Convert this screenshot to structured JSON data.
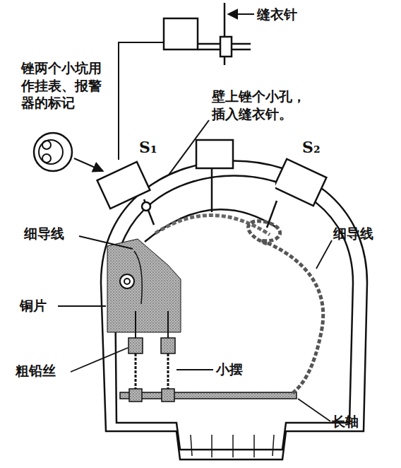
{
  "diagram": {
    "nodes": [
      {
        "text": [
          "S₁"
        ]
      },
      {
        "text": [
          "S₂"
        ]
      }
    ],
    "labels": [
      "缝衣针",
      "锉两个小坑用作挂表、报警器的标记",
      "壁上锉个小孔，插入缝衣针。",
      "细导线",
      "细导线",
      "铜片",
      "粗铅丝",
      "小摆",
      "长轴"
    ]
  }
}
